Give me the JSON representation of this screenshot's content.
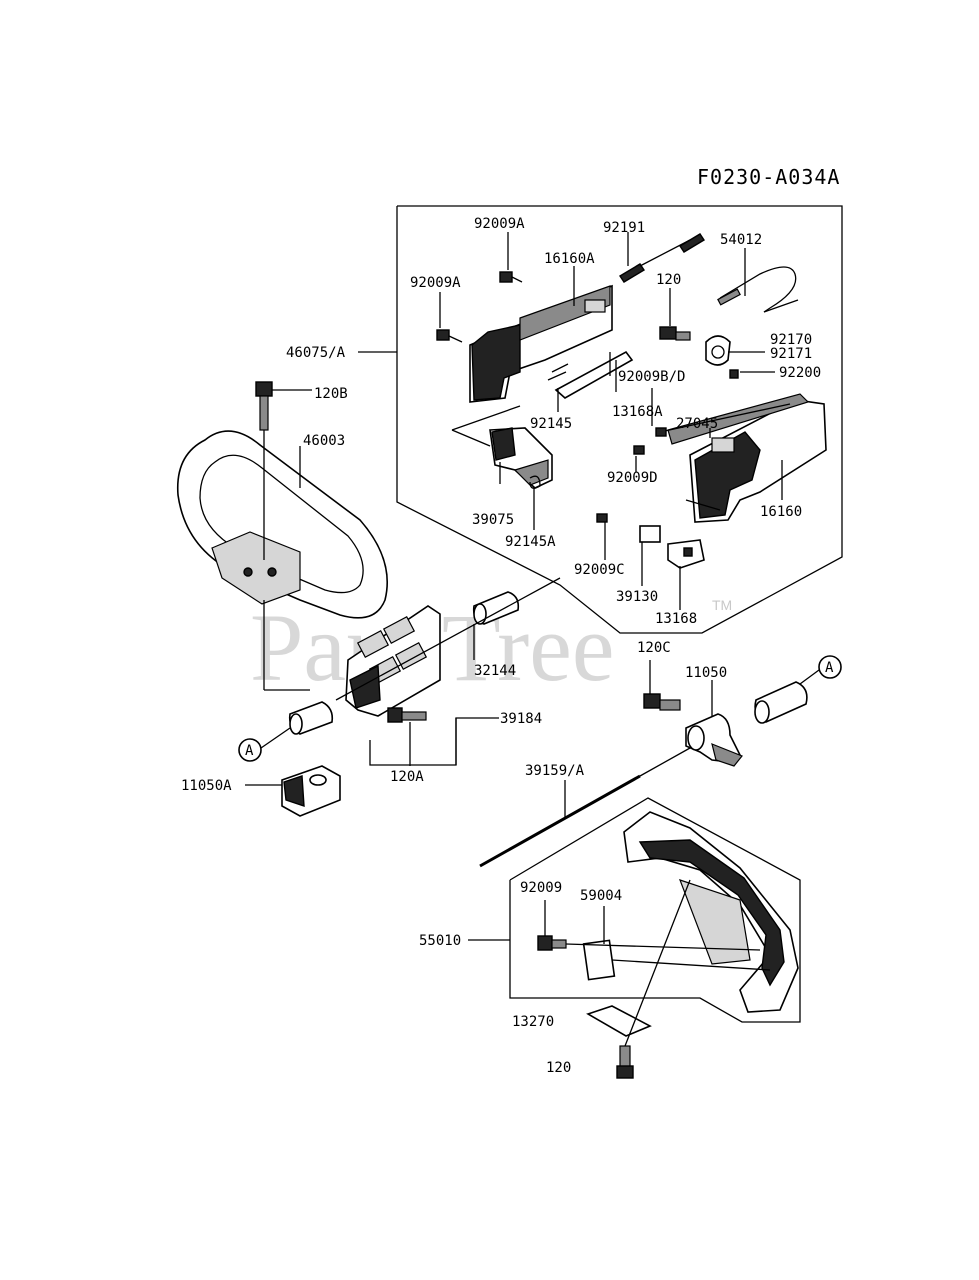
{
  "diagram_code": "F0230-A034A",
  "watermark": "PartsTree",
  "watermark_mark": "TM",
  "callout_letter": "A",
  "labels": {
    "p92009A_top": "92009A",
    "p92191": "92191",
    "p54012": "54012",
    "p16160A": "16160A",
    "p92009A_left": "92009A",
    "p120_top": "120",
    "p46075": "46075/A",
    "p92170": "92170",
    "p92171": "92171",
    "p92009BD": "92009B/D",
    "p92200": "92200",
    "p120B": "120B",
    "p27045": "27045",
    "p92145": "92145",
    "p13168A": "13168A",
    "p46003": "46003",
    "p92009D": "92009D",
    "p39075": "39075",
    "p16160": "16160",
    "p92145A": "92145A",
    "p92009C": "92009C",
    "p39130": "39130",
    "p13168": "13168",
    "p120C": "120C",
    "p11050": "11050",
    "p32144": "32144",
    "p39184": "39184",
    "p120A": "120A",
    "p11050A": "11050A",
    "p39159": "39159/A",
    "p92009": "92009",
    "p59004": "59004",
    "p55010": "55010",
    "p13270": "13270",
    "p120_bottom": "120"
  }
}
